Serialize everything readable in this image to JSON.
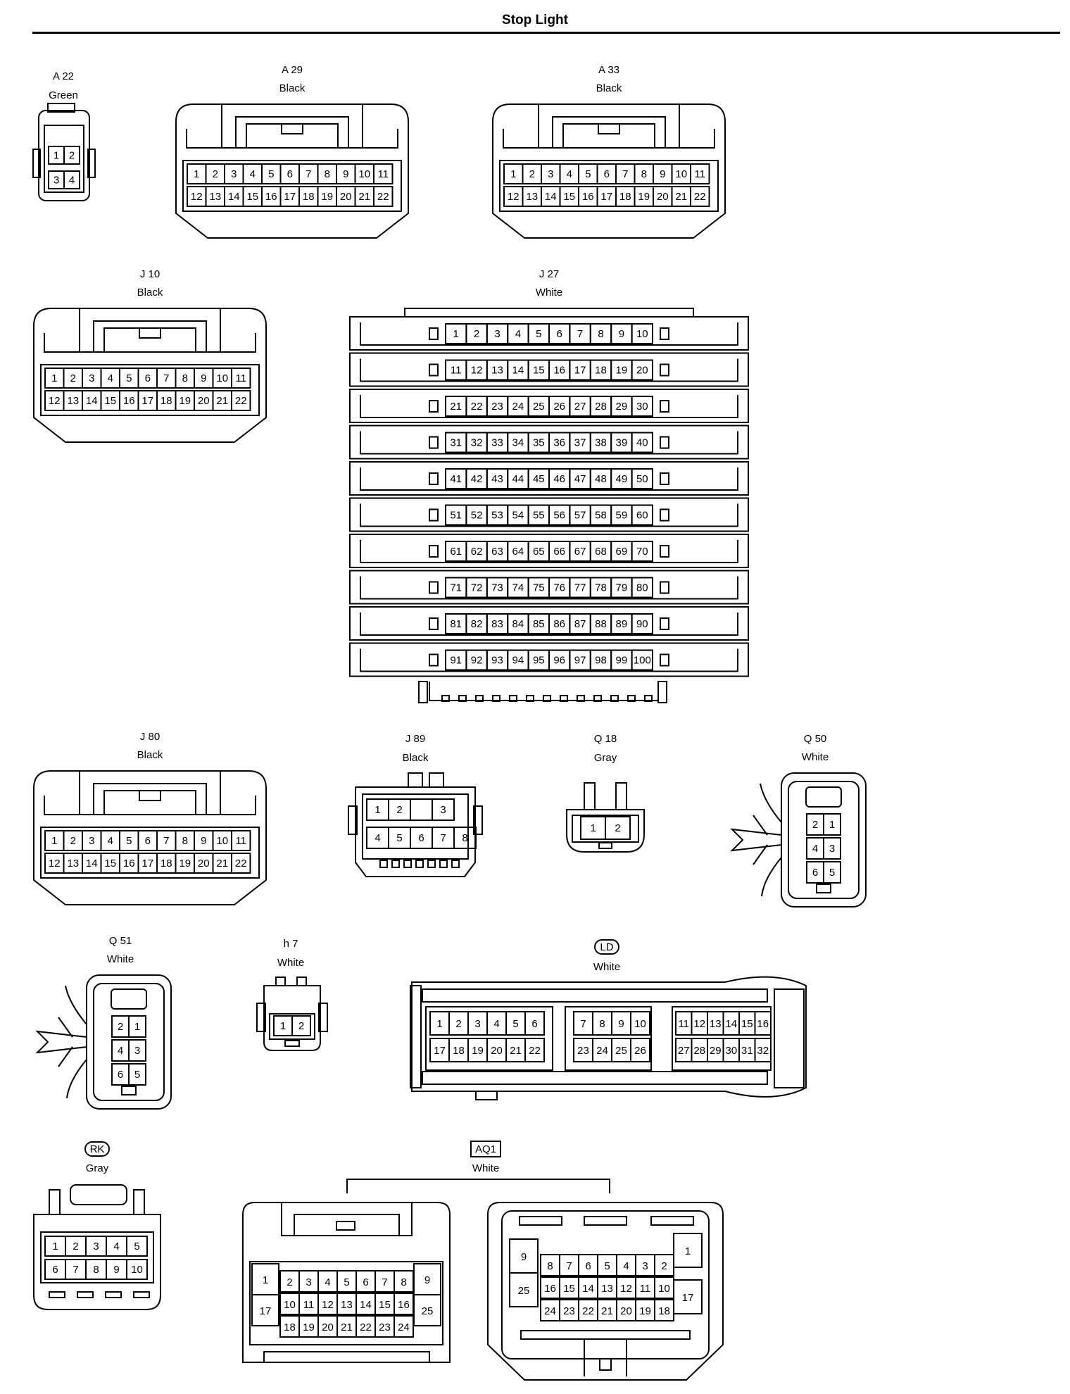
{
  "title": "Stop Light",
  "connectors": [
    {
      "id": "A 22",
      "color": "Green",
      "pins": [
        [
          "1",
          "2"
        ],
        [
          "3",
          "4"
        ]
      ]
    },
    {
      "id": "A 29",
      "color": "Black",
      "pins": [
        [
          "1",
          "2",
          "3",
          "4",
          "5",
          "6",
          "7",
          "8",
          "9",
          "10",
          "11"
        ],
        [
          "12",
          "13",
          "14",
          "15",
          "16",
          "17",
          "18",
          "19",
          "20",
          "21",
          "22"
        ]
      ]
    },
    {
      "id": "A 33",
      "color": "Black",
      "pins": [
        [
          "1",
          "2",
          "3",
          "4",
          "5",
          "6",
          "7",
          "8",
          "9",
          "10",
          "11"
        ],
        [
          "12",
          "13",
          "14",
          "15",
          "16",
          "17",
          "18",
          "19",
          "20",
          "21",
          "22"
        ]
      ]
    },
    {
      "id": "J 10",
      "color": "Black",
      "pins": [
        [
          "1",
          "2",
          "3",
          "4",
          "5",
          "6",
          "7",
          "8",
          "9",
          "10",
          "11"
        ],
        [
          "12",
          "13",
          "14",
          "15",
          "16",
          "17",
          "18",
          "19",
          "20",
          "21",
          "22"
        ]
      ]
    },
    {
      "id": "J 27",
      "color": "White",
      "pins": [
        [
          "1",
          "2",
          "3",
          "4",
          "5",
          "6",
          "7",
          "8",
          "9",
          "10"
        ],
        [
          "11",
          "12",
          "13",
          "14",
          "15",
          "16",
          "17",
          "18",
          "19",
          "20"
        ],
        [
          "21",
          "22",
          "23",
          "24",
          "25",
          "26",
          "27",
          "28",
          "29",
          "30"
        ],
        [
          "31",
          "32",
          "33",
          "34",
          "35",
          "36",
          "37",
          "38",
          "39",
          "40"
        ],
        [
          "41",
          "42",
          "43",
          "44",
          "45",
          "46",
          "47",
          "48",
          "49",
          "50"
        ],
        [
          "51",
          "52",
          "53",
          "54",
          "55",
          "56",
          "57",
          "58",
          "59",
          "60"
        ],
        [
          "61",
          "62",
          "63",
          "64",
          "65",
          "66",
          "67",
          "68",
          "69",
          "70"
        ],
        [
          "71",
          "72",
          "73",
          "74",
          "75",
          "76",
          "77",
          "78",
          "79",
          "80"
        ],
        [
          "81",
          "82",
          "83",
          "84",
          "85",
          "86",
          "87",
          "88",
          "89",
          "90"
        ],
        [
          "91",
          "92",
          "93",
          "94",
          "95",
          "96",
          "97",
          "98",
          "99",
          "100"
        ]
      ]
    },
    {
      "id": "J 80",
      "color": "Black",
      "pins": [
        [
          "1",
          "2",
          "3",
          "4",
          "5",
          "6",
          "7",
          "8",
          "9",
          "10",
          "11"
        ],
        [
          "12",
          "13",
          "14",
          "15",
          "16",
          "17",
          "18",
          "19",
          "20",
          "21",
          "22"
        ]
      ]
    },
    {
      "id": "J 89",
      "color": "Black",
      "pins": [
        [
          "1",
          "2",
          "",
          "3"
        ],
        [
          "4",
          "5",
          "6",
          "7",
          "8"
        ]
      ]
    },
    {
      "id": "Q 18",
      "color": "Gray",
      "pins": [
        [
          "1",
          "2"
        ]
      ]
    },
    {
      "id": "Q 50",
      "color": "White",
      "pins": [
        [
          "2",
          "1"
        ],
        [
          "4",
          "3"
        ],
        [
          "6",
          "5"
        ]
      ]
    },
    {
      "id": "Q 51",
      "color": "White",
      "pins": [
        [
          "2",
          "1"
        ],
        [
          "4",
          "3"
        ],
        [
          "6",
          "5"
        ]
      ]
    },
    {
      "id": "h 7",
      "color": "White",
      "pins": [
        [
          "1",
          "2"
        ]
      ]
    },
    {
      "id": "LD",
      "color": "White",
      "pins": [
        [
          "1",
          "2",
          "3",
          "4",
          "5",
          "6",
          "7",
          "8",
          "9",
          "10",
          "11",
          "12",
          "13",
          "14",
          "15",
          "16"
        ],
        [
          "17",
          "18",
          "19",
          "20",
          "21",
          "22",
          "23",
          "24",
          "25",
          "26",
          "27",
          "28",
          "29",
          "30",
          "31",
          "32"
        ]
      ]
    },
    {
      "id": "RK",
      "color": "Gray",
      "pins": [
        [
          "1",
          "2",
          "3",
          "4",
          "5"
        ],
        [
          "6",
          "7",
          "8",
          "9",
          "10"
        ]
      ]
    },
    {
      "id": "AQ1",
      "color": "White",
      "pins_left": [
        [
          "1",
          "2",
          "3",
          "4",
          "5",
          "6",
          "7",
          "8",
          "9"
        ],
        [
          "17",
          "10",
          "11",
          "12",
          "13",
          "14",
          "15",
          "16",
          "25"
        ],
        [
          "18",
          "19",
          "20",
          "21",
          "22",
          "23",
          "24"
        ]
      ],
      "pins_right": [
        [
          "9",
          "8",
          "7",
          "6",
          "5",
          "4",
          "3",
          "2",
          "1"
        ],
        [
          "25",
          "16",
          "15",
          "14",
          "13",
          "12",
          "11",
          "10",
          "17"
        ],
        [
          "24",
          "23",
          "22",
          "21",
          "20",
          "19",
          "18"
        ]
      ]
    }
  ]
}
